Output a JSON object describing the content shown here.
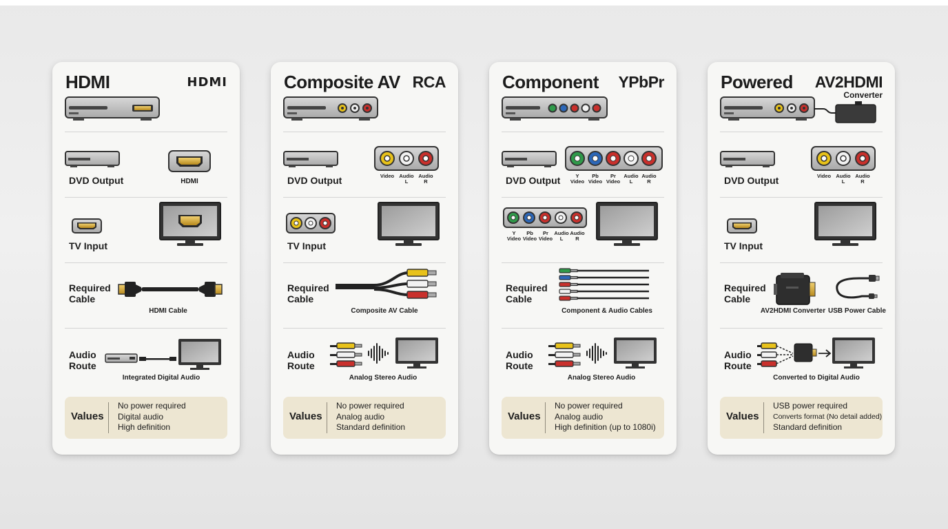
{
  "cards": [
    {
      "title": "HDMI",
      "tag": "HDMI",
      "dvd_output": "DVD Output",
      "output_ports": [
        "HDMI"
      ],
      "tv_input": "TV Input",
      "required_cable": "Required\nCable",
      "cables": [
        "HDMI Cable"
      ],
      "audio_route": "Audio\nRoute",
      "audio_caption": "Integrated Digital Audio",
      "values_label": "Values",
      "values": [
        "No power required",
        "Digital audio",
        "High definition"
      ]
    },
    {
      "title": "Composite AV",
      "tag": "RCA",
      "dvd_output": "DVD Output",
      "output_ports": [
        "Video",
        "Audio\nL",
        "Audio\nR"
      ],
      "tv_input": "TV Input",
      "required_cable": "Required\nCable",
      "cables": [
        "Composite AV Cable"
      ],
      "audio_route": "Audio\nRoute",
      "audio_caption": "Analog Stereo Audio",
      "values_label": "Values",
      "values": [
        "No power required",
        "Analog audio",
        "Standard definition"
      ]
    },
    {
      "title": "Component",
      "tag": "YPbPr",
      "dvd_output": "DVD Output",
      "output_ports": [
        "Y\nVideo",
        "Pb\nVideo",
        "Pr\nVideo",
        "Audio\nL",
        "Audio\nR"
      ],
      "tv_input": "TV Input",
      "input_ports": [
        "Y\nVideo",
        "Pb\nVideo",
        "Pr\nVideo",
        "Audio\nL",
        "Audio\nR"
      ],
      "required_cable": "Required\nCable",
      "cables": [
        "Component & Audio Cables"
      ],
      "audio_route": "Audio\nRoute",
      "audio_caption": "Analog Stereo Audio",
      "values_label": "Values",
      "values": [
        "No power required",
        "Analog audio",
        "High definition (up to 1080i)"
      ]
    },
    {
      "title": "Powered",
      "tag": "AV2HDMI",
      "tag_sub": "Converter",
      "dvd_output": "DVD Output",
      "output_ports": [
        "Video",
        "Audio\nL",
        "Audio\nR"
      ],
      "tv_input": "TV Input",
      "required_cable": "Required\nCable",
      "cables": [
        "AV2HDMI Converter",
        "USB Power Cable"
      ],
      "audio_route": "Audio\nRoute",
      "audio_caption": "Converted to Digital Audio",
      "values_label": "Values",
      "values": [
        "USB power required",
        "Converts format (No detail added)",
        "Standard definition"
      ]
    }
  ],
  "colors": {
    "video_yellow": "#e8c21a",
    "audio_white": "#f2f2f2",
    "audio_red": "#c9302c",
    "green": "#2f9a4a",
    "blue": "#2c67b8",
    "values_bg": "#ede6d2"
  }
}
